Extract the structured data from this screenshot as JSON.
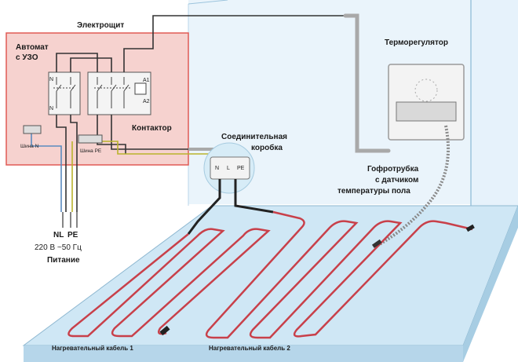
{
  "labels": {
    "panel_title": "Электрощит",
    "breaker_line1": "Автомат",
    "breaker_line2": "с УЗО",
    "contactor": "Контактор",
    "bus_n": "Шина N",
    "bus_pe": "Шина PE",
    "thermostat": "Терморегулятор",
    "junction_line1": "Соединительная",
    "junction_line2": "коробка",
    "sensor_line1": "Гофротрубка",
    "sensor_line2": "с датчиком",
    "sensor_line3": "температуры пола",
    "terminal_nl": "NL",
    "terminal_pe": "PE",
    "voltage": "220 В ~50 Гц",
    "power": "Питание",
    "cable1": "Нагревательный кабель 1",
    "cable2": "Нагревательный кабель 2",
    "coil_a1": "A1",
    "coil_a2": "A2",
    "jb_n": "N",
    "jb_l": "L",
    "jb_pe": "PE",
    "sw_n_top": "N",
    "sw_n_bottom": "N"
  },
  "colors": {
    "panel_fill": "#f6d2cf",
    "panel_border": "#e05b55",
    "floor_top": "#cfe7f5",
    "floor_side": "#b7d9ec",
    "wall": "#dceefa",
    "heating_cable": "#c8404a",
    "wire_dark": "#333333",
    "conduit": "#a9a9a9"
  }
}
